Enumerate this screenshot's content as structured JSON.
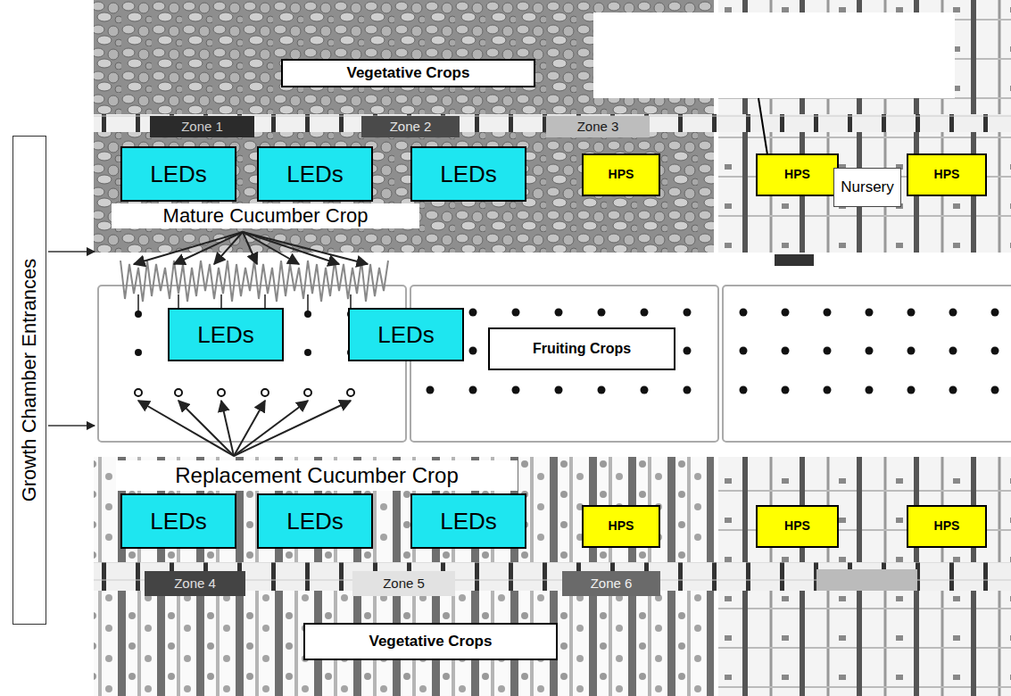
{
  "diagram": {
    "nodes": [
      {
        "text": [
          "Vegetative Crops"
        ]
      },
      {
        "text": [
          "Zone 1"
        ]
      },
      {
        "text": [
          "Zone 2"
        ]
      },
      {
        "text": [
          "Zone 3"
        ]
      },
      {
        "text": [
          "LEDs"
        ]
      },
      {
        "text": [
          "LEDs"
        ]
      },
      {
        "text": [
          "LEDs"
        ]
      },
      {
        "text": [
          "HPS"
        ]
      },
      {
        "text": [
          "HPS"
        ]
      },
      {
        "text": [
          "Nursery"
        ]
      },
      {
        "text": [
          "HPS"
        ]
      },
      {
        "text": [
          "Mature Cucumber Crop"
        ]
      },
      {
        "text": [
          "Growth Chamber Entrances"
        ]
      },
      {
        "text": [
          "LEDs"
        ]
      },
      {
        "text": [
          "LEDs"
        ]
      },
      {
        "text": [
          "Fruiting Crops"
        ]
      },
      {
        "text": [
          "Replacement Cucumber Crop"
        ]
      },
      {
        "text": [
          "LEDs"
        ]
      },
      {
        "text": [
          "LEDs"
        ]
      },
      {
        "text": [
          "LEDs"
        ]
      },
      {
        "text": [
          "HPS"
        ]
      },
      {
        "text": [
          "HPS"
        ]
      },
      {
        "text": [
          "HPS"
        ]
      },
      {
        "text": [
          "Zone 4"
        ]
      },
      {
        "text": [
          "Zone 5"
        ]
      },
      {
        "text": [
          "Zone 6"
        ]
      },
      {
        "text": [
          "Vegetative Crops"
        ]
      }
    ]
  }
}
